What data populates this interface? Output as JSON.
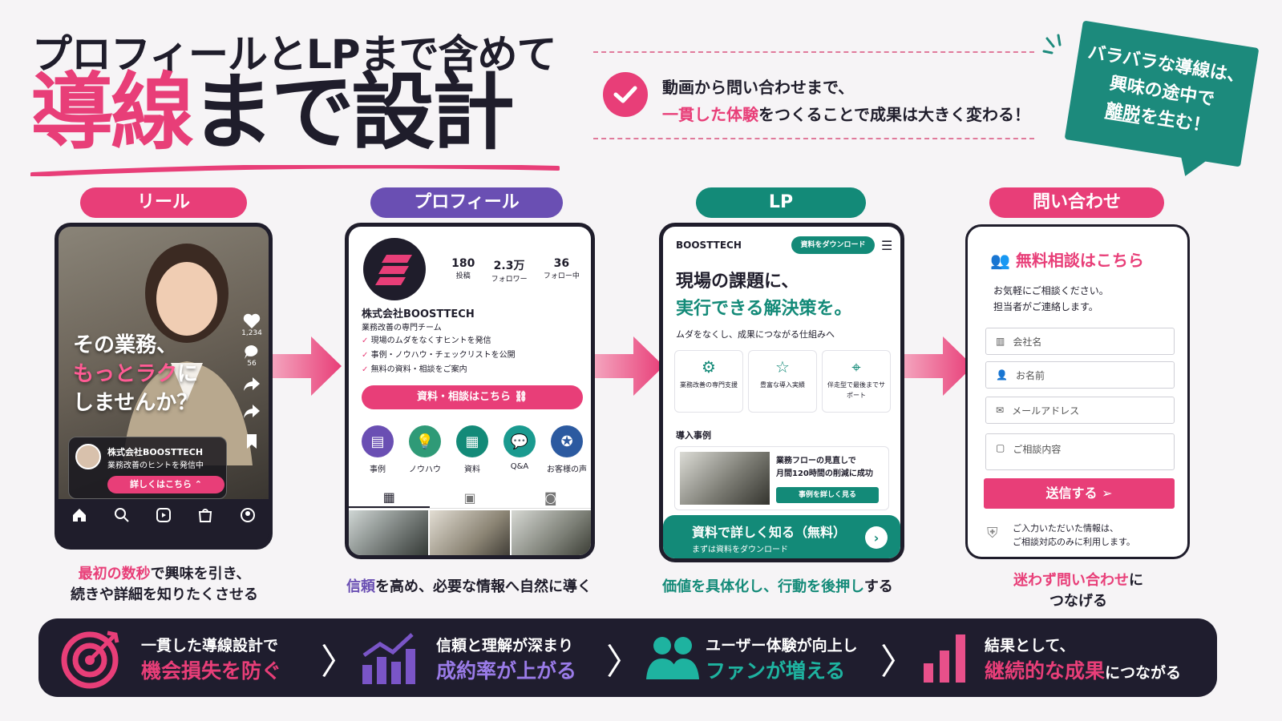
{
  "header": {
    "title_line1": "プロフィールとLPまで含めて",
    "title_accent": "導線",
    "title_rest": "まで設計"
  },
  "message": {
    "line1": "動画から問い合わせまで、",
    "line2_accent": "一貫した体験",
    "line2_rest": "をつくることで成果は大きく変わる！"
  },
  "sticky": {
    "line1": "バラバラな導線は、",
    "line2": "興味の途中で",
    "line3_accent": "離脱",
    "line3_rest": "を生む！"
  },
  "stages": {
    "reel": "リール",
    "profile": "プロフィール",
    "lp": "LP",
    "contact": "問い合わせ"
  },
  "reel": {
    "caption1": "その業務、",
    "caption2": "もっとラク",
    "caption3": "に",
    "caption4": "しませんか？",
    "likes": "1,234",
    "comments": "56",
    "account_name": "株式会社BOOSTTECH",
    "account_desc": "業務改善のヒントを発信中",
    "cta": "詳しくはこちら"
  },
  "profile": {
    "stats": [
      {
        "num": "180",
        "label": "投稿"
      },
      {
        "num": "2.3万",
        "label": "フォロワー"
      },
      {
        "num": "36",
        "label": "フォロー中"
      }
    ],
    "name": "株式会社BOOSTTECH",
    "sub": "業務改善の専門チーム",
    "bullets": [
      "現場のムダをなくすヒントを発信",
      "事例・ノウハウ・チェックリストを公開",
      "無料の資料・相談をご案内"
    ],
    "cta": "資料・相談はこちら",
    "highlights": [
      "事例",
      "ノウハウ",
      "資料",
      "Q&A",
      "お客様の声"
    ]
  },
  "lp": {
    "brand": "BOOSTTECH",
    "download": "資料をダウンロード",
    "headline1": "現場の課題に、",
    "headline2": "実行できる解決策を。",
    "sub": "ムダをなくし、成果につながる仕組みへ",
    "features": [
      "業務改善の専門支援",
      "豊富な導入実績",
      "伴走型で最後までサポート"
    ],
    "case_title": "導入事例",
    "case_text1": "業務フローの見直しで",
    "case_text2": "月間120時間の削減に成功",
    "case_button": "事例を詳しく見る",
    "cta_main": "資料で詳しく知る（無料）",
    "cta_sub": "まずは資料をダウンロード"
  },
  "contact": {
    "title": "無料相談はこちら",
    "desc1": "お気軽にご相談ください。",
    "desc2": "担当者がご連絡します。",
    "fields": [
      "会社名",
      "お名前",
      "メールアドレス",
      "ご相談内容"
    ],
    "submit": "送信する",
    "privacy1": "ご入力いただいた情報は、",
    "privacy2": "ご相談対応のみに利用します。"
  },
  "captions": {
    "reel_accent": "最初の数秒",
    "reel_rest1": "で興味を引き、",
    "reel_rest2": "続きや詳細を知りたくさせる",
    "profile_accent": "信頼",
    "profile_rest": "を高め、必要な情報へ自然に導く",
    "lp_accent": "価値を具体化し、行動を後押し",
    "lp_rest": "する",
    "contact_accent": "迷わず問い合わせ",
    "contact_rest1": "に",
    "contact_rest2": "つなげる"
  },
  "benefits": [
    {
      "line1": "一貫した導線設計で",
      "line2": "機会損失を防ぐ"
    },
    {
      "line1": "信頼と理解が深まり",
      "line2": "成約率が上がる"
    },
    {
      "line1": "ユーザー体験が向上し",
      "line2": "ファンが増える"
    },
    {
      "line1": "結果として、",
      "line2_accent": "継続的な成果",
      "line2_rest": "につながる"
    }
  ],
  "colors": {
    "pink": "#e83e78",
    "purple": "#6a4fb3",
    "teal": "#138a78",
    "dark": "#1f1d2e"
  }
}
